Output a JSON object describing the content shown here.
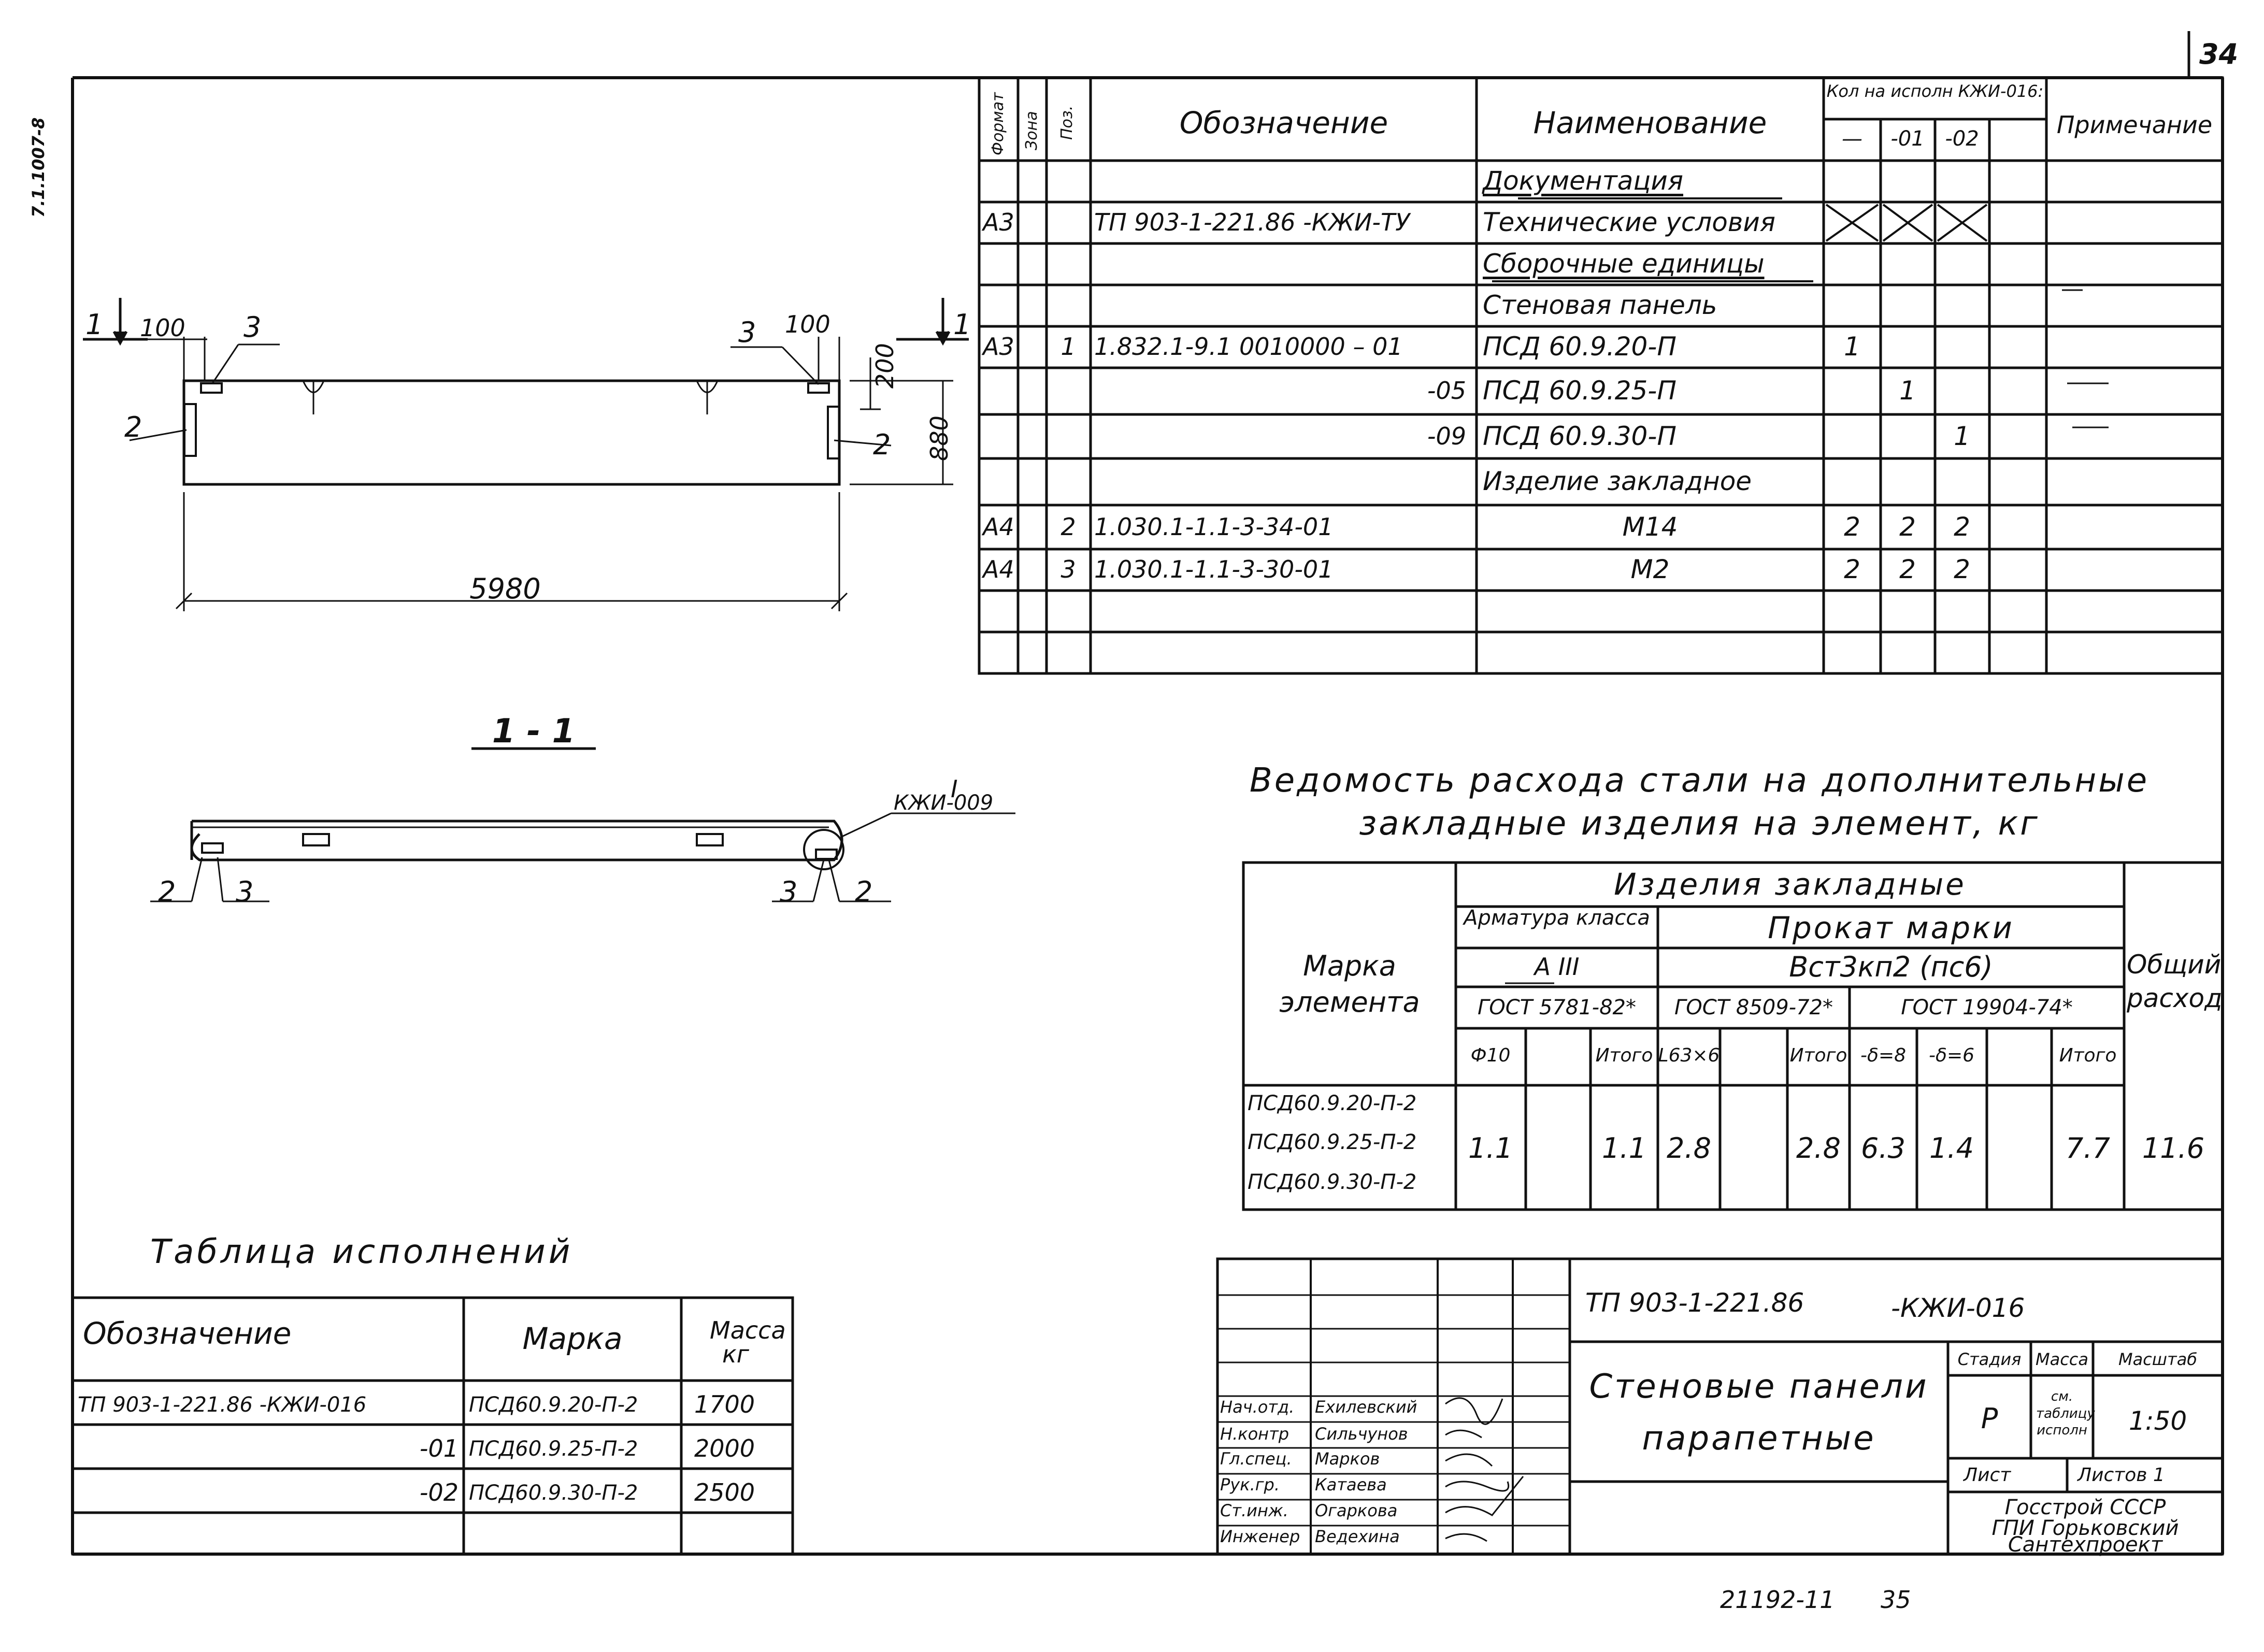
{
  "sheet": {
    "page_number": "34",
    "side_stamp": "7.1.1007-8",
    "bottom_code": "21192-11",
    "bottom_page": "35"
  },
  "specification": {
    "headers": {
      "format": "Формат",
      "zone": "Зона",
      "pos": "Поз.",
      "designation": "Обозначение",
      "name": "Наименование",
      "qty_group": "Кол на исполн КЖИ-016:",
      "qty_cols": [
        "—",
        "-01",
        "-02"
      ],
      "note": "Примечание"
    },
    "rows": [
      {
        "format": "",
        "pos": "",
        "designation": "",
        "name": "Документация",
        "heading": true,
        "q": [
          "",
          "",
          ""
        ]
      },
      {
        "format": "А3",
        "pos": "",
        "designation": "ТП 903-1-221.86 -КЖИ-ТУ",
        "name": "Технические условия",
        "heading": false,
        "q": [
          "",
          "",
          ""
        ],
        "crossed": true
      },
      {
        "format": "",
        "pos": "",
        "designation": "",
        "name": "Сборочные единицы",
        "heading": true,
        "q": [
          "",
          "",
          ""
        ]
      },
      {
        "format": "",
        "pos": "",
        "designation": "",
        "name": "Стеновая панель",
        "heading": false,
        "q": [
          "",
          "",
          ""
        ]
      },
      {
        "format": "А3",
        "pos": "1",
        "designation": "1.832.1-9.1 0010000 –     01",
        "name": "ПСД 60.9.20-П",
        "heading": false,
        "q": [
          "1",
          "",
          ""
        ]
      },
      {
        "format": "",
        "pos": "",
        "designation": "-05",
        "name": "ПСД 60.9.25-П",
        "heading": false,
        "q": [
          "",
          "1",
          ""
        ]
      },
      {
        "format": "",
        "pos": "",
        "designation": "-09",
        "name": "ПСД 60.9.30-П",
        "heading": false,
        "q": [
          "",
          "",
          "1"
        ]
      },
      {
        "format": "",
        "pos": "",
        "designation": "",
        "name": "Изделие закладное",
        "heading": false,
        "q": [
          "",
          "",
          ""
        ]
      },
      {
        "format": "А4",
        "pos": "2",
        "designation": "1.030.1-1.1-3-34-01",
        "name": "М14",
        "heading": false,
        "q": [
          "2",
          "2",
          "2"
        ]
      },
      {
        "format": "А4",
        "pos": "3",
        "designation": "1.030.1-1.1-3-30-01",
        "name": "М2",
        "heading": false,
        "q": [
          "2",
          "2",
          "2"
        ]
      },
      {
        "format": "",
        "pos": "",
        "designation": "",
        "name": "",
        "heading": false,
        "q": [
          "",
          "",
          ""
        ]
      },
      {
        "format": "",
        "pos": "",
        "designation": "",
        "name": "",
        "heading": false,
        "q": [
          "",
          "",
          ""
        ]
      }
    ]
  },
  "plan": {
    "dim_length": "5980",
    "dim_height": "880",
    "dim_top": "200",
    "dim_offset_left": "100",
    "dim_offset_right": "100",
    "section_mark": "1",
    "callouts": [
      "1",
      "2",
      "3"
    ]
  },
  "section": {
    "title": "1 - 1",
    "detail_mark": "I",
    "detail_ref": "КЖИ-009",
    "labels": [
      "2",
      "3",
      "3",
      "2"
    ]
  },
  "steel": {
    "title_line1": "Ведомость расхода стали на дополнительные",
    "title_line2": "закладные изделия на элемент, кг",
    "h_mark": "Марка элемента",
    "h_group": "Изделия закладные",
    "h_armature": "Арматура класса",
    "h_armature_class": "А III",
    "h_prokat": "Прокат марки",
    "h_prokat_grade": "Вст3кп2 (пс6)",
    "h_gost1": "ГОСТ 5781-82*",
    "h_gost2": "ГОСТ 8509-72*",
    "h_gost3": "ГОСТ 19904-74*",
    "h_total": "Общий расход",
    "subcols": [
      "Ф10",
      "",
      "Итого",
      "L63×6",
      "",
      "Итого",
      "-δ=8",
      "-δ=6",
      "",
      "Итого"
    ],
    "marks": [
      "ПСД60.9.20-П-2",
      "ПСД60.9.25-П-2",
      "ПСД60.9.30-П-2"
    ],
    "values": [
      "1.1",
      "",
      "1.1",
      "2.8",
      "",
      "2.8",
      "6.3",
      "1.4",
      "",
      "7.7"
    ],
    "total": "11.6"
  },
  "variants": {
    "title": "Таблица исполнений",
    "headers": [
      "Обозначение",
      "Марка",
      "Масса кг"
    ],
    "rows": [
      {
        "designation": "ТП 903-1-221.86    -КЖИ-016",
        "mark": "ПСД60.9.20-П-2",
        "mass": "1700"
      },
      {
        "designation": "-01",
        "mark": "ПСД60.9.25-П-2",
        "mass": "2000"
      },
      {
        "designation": "-02",
        "mark": "ПСД60.9.30-П-2",
        "mass": "2500"
      },
      {
        "designation": "",
        "mark": "",
        "mass": ""
      }
    ]
  },
  "title_block": {
    "code": "ТП 903-1-221.86",
    "code_suffix": "-КЖИ-016",
    "name_line1": "Стеновые панели",
    "name_line2": "парапетные",
    "stage_label": "Стадия",
    "mass_label": "Масса",
    "scale_label": "Масштаб",
    "stage": "Р",
    "mass_value": "см. таблицу исполн",
    "scale": "1:50",
    "sheet_label": "Лист",
    "sheets_label": "Листов 1",
    "org_line1": "Госстрой СССР",
    "org_line2": "ГПИ Горьковский",
    "org_line3": "Сантехпроект",
    "signatures": [
      {
        "role": "Нач.отд.",
        "person": "Ехилевский"
      },
      {
        "role": "Н.контр",
        "person": "Сильчунов"
      },
      {
        "role": "Гл.спец.",
        "person": "Марков"
      },
      {
        "role": "Рук.гр.",
        "person": "Катаева"
      },
      {
        "role": "Ст.инж.",
        "person": "Огаркова"
      },
      {
        "role": "Инженер",
        "person": "Ведехина"
      }
    ]
  }
}
